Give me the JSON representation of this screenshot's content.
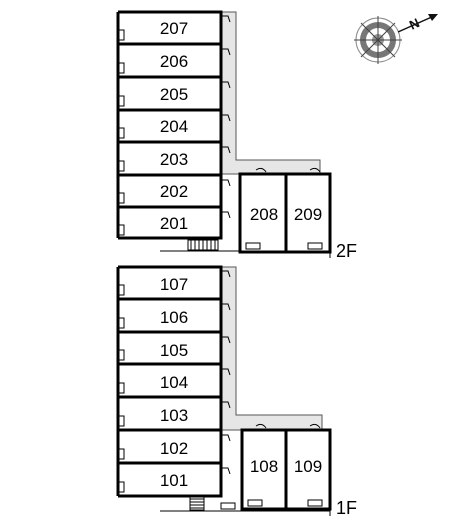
{
  "compass": {
    "label": "N",
    "icon": "compass-rose-icon"
  },
  "floors": [
    {
      "label": "2F",
      "rooms_left": [
        "207",
        "206",
        "205",
        "204",
        "203",
        "202",
        "201"
      ],
      "rooms_right": [
        "208",
        "209"
      ]
    },
    {
      "label": "1F",
      "rooms_left": [
        "107",
        "106",
        "105",
        "104",
        "103",
        "102",
        "101"
      ],
      "rooms_right": [
        "108",
        "109"
      ]
    }
  ]
}
